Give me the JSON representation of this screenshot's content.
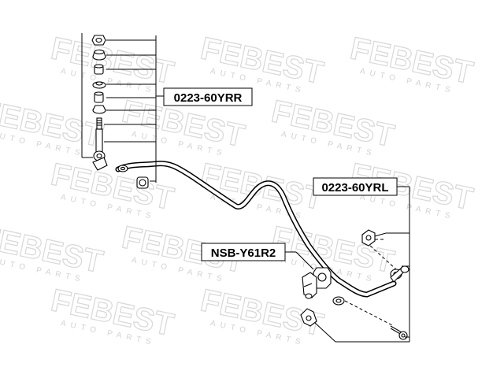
{
  "diagram": {
    "callouts": [
      {
        "id": "rr",
        "text": "0223-60YRR"
      },
      {
        "id": "rl",
        "text": "0223-60YRL"
      },
      {
        "id": "bushing",
        "text": "NSB-Y61R2"
      }
    ],
    "watermark": {
      "brand": "FEBEST",
      "tagline": "AUTO PARTS"
    },
    "colors": {
      "line": "#000000",
      "watermark": "#d8d8d8",
      "background": "#ffffff"
    }
  }
}
